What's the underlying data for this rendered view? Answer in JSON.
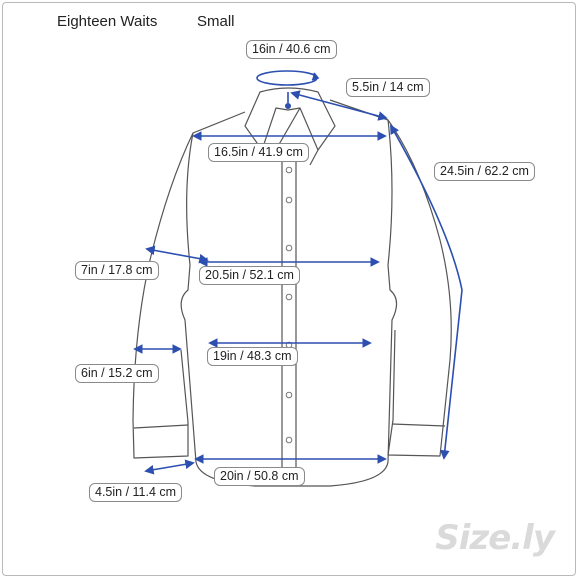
{
  "header": {
    "brand_name": "Eighteen Waits",
    "size": "Small"
  },
  "measurements": {
    "neck": "16in / 40.6 cm",
    "shoulder": "5.5in / 14 cm",
    "across_shoulders": "16.5in / 41.9 cm",
    "sleeve_length": "24.5in / 62.2 cm",
    "bicep": "7in / 17.8 cm",
    "chest": "20.5in / 52.1 cm",
    "waist": "19in / 48.3 cm",
    "forearm": "6in / 15.2 cm",
    "hem": "20in / 50.8 cm",
    "cuff": "4.5in / 11.4 cm"
  },
  "logo": {
    "text": "Size.ly"
  },
  "colors": {
    "arrow": "#2c4fb0",
    "outline": "#555555",
    "label_border": "#8a8a8a"
  }
}
